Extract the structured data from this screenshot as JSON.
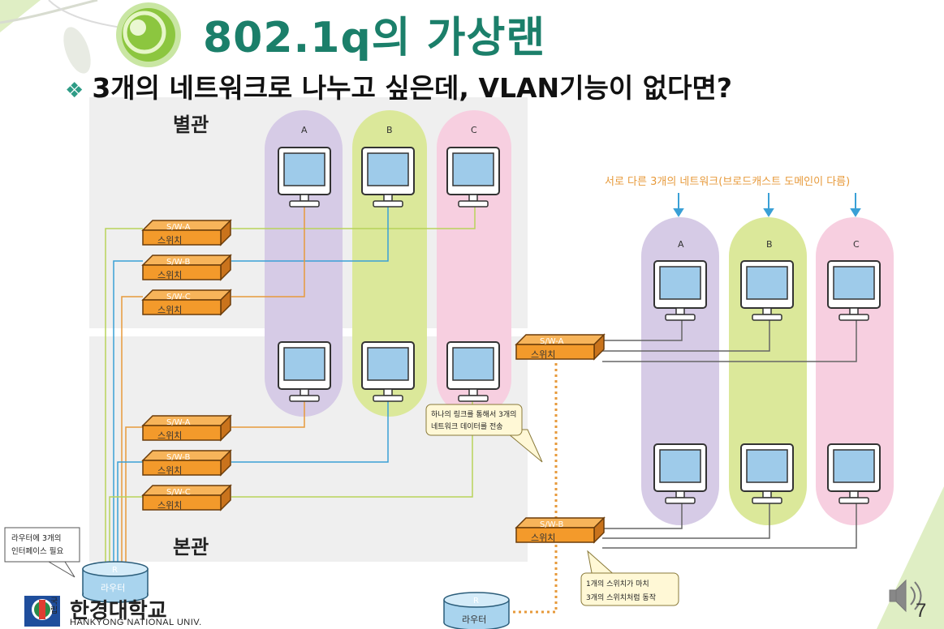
{
  "slide": {
    "title": "802.1q의 가상랜",
    "bullet": "3개의 네트워크로 나누고 싶은데, VLAN기능이 없다면?",
    "page_number": "7"
  },
  "left_diagram": {
    "building_top": "별관",
    "building_bottom": "본관",
    "group_a": "A",
    "group_b": "B",
    "group_c": "C",
    "switches": [
      {
        "top": "S/W-A",
        "body": "스위치"
      },
      {
        "top": "S/W-B",
        "body": "스위치"
      },
      {
        "top": "S/W-C",
        "body": "스위치"
      },
      {
        "top": "S/W-A",
        "body": "스위치"
      },
      {
        "top": "S/W-B",
        "body": "스위치"
      },
      {
        "top": "S/W-C",
        "body": "스위치"
      }
    ],
    "router_label": "R",
    "router_body": "라우터",
    "note_router_1": "라우터에 3개의",
    "note_router_2": "인터페이스 필요",
    "note_link_1": "하나의 링크를 통해서 3개의",
    "note_link_2": "네트워크 데이터를 전송"
  },
  "right_diagram": {
    "heading": "서로 다른 3개의 네트워크(브로드캐스트 도메인이 다름)",
    "group_a": "A",
    "group_b": "B",
    "group_c": "C",
    "switch_a_top": "S/W-A",
    "switch_a_body": "스위치",
    "switch_b_top": "S/W-B",
    "switch_b_body": "스위치",
    "router_label": "R",
    "router_body": "라우터",
    "note_1": "1개의 스위치가 마치",
    "note_2": "3개의 스위치처럼 동작"
  },
  "logo": {
    "prefix_1": "국",
    "prefix_2": "립",
    "name": "한경대학교",
    "english": "HANKYONG NATIONAL UNIV."
  },
  "colors": {
    "title": "#1b7f6a",
    "purple_pill": "#d6cbe6",
    "green_pill": "#dbe89a",
    "pink_pill": "#f7cfe0",
    "switch_orange": "#f39a2b",
    "router_blue": "#a9d4ee",
    "link_orange": "#e79a3b",
    "link_blue": "#3aa0d6",
    "link_green": "#b8d35a",
    "annotation_orange": "#e79a3b"
  },
  "icons": [
    "bullet-diamond-icon",
    "speaker-icon",
    "monitor-icon",
    "logo-emblem-icon"
  ]
}
